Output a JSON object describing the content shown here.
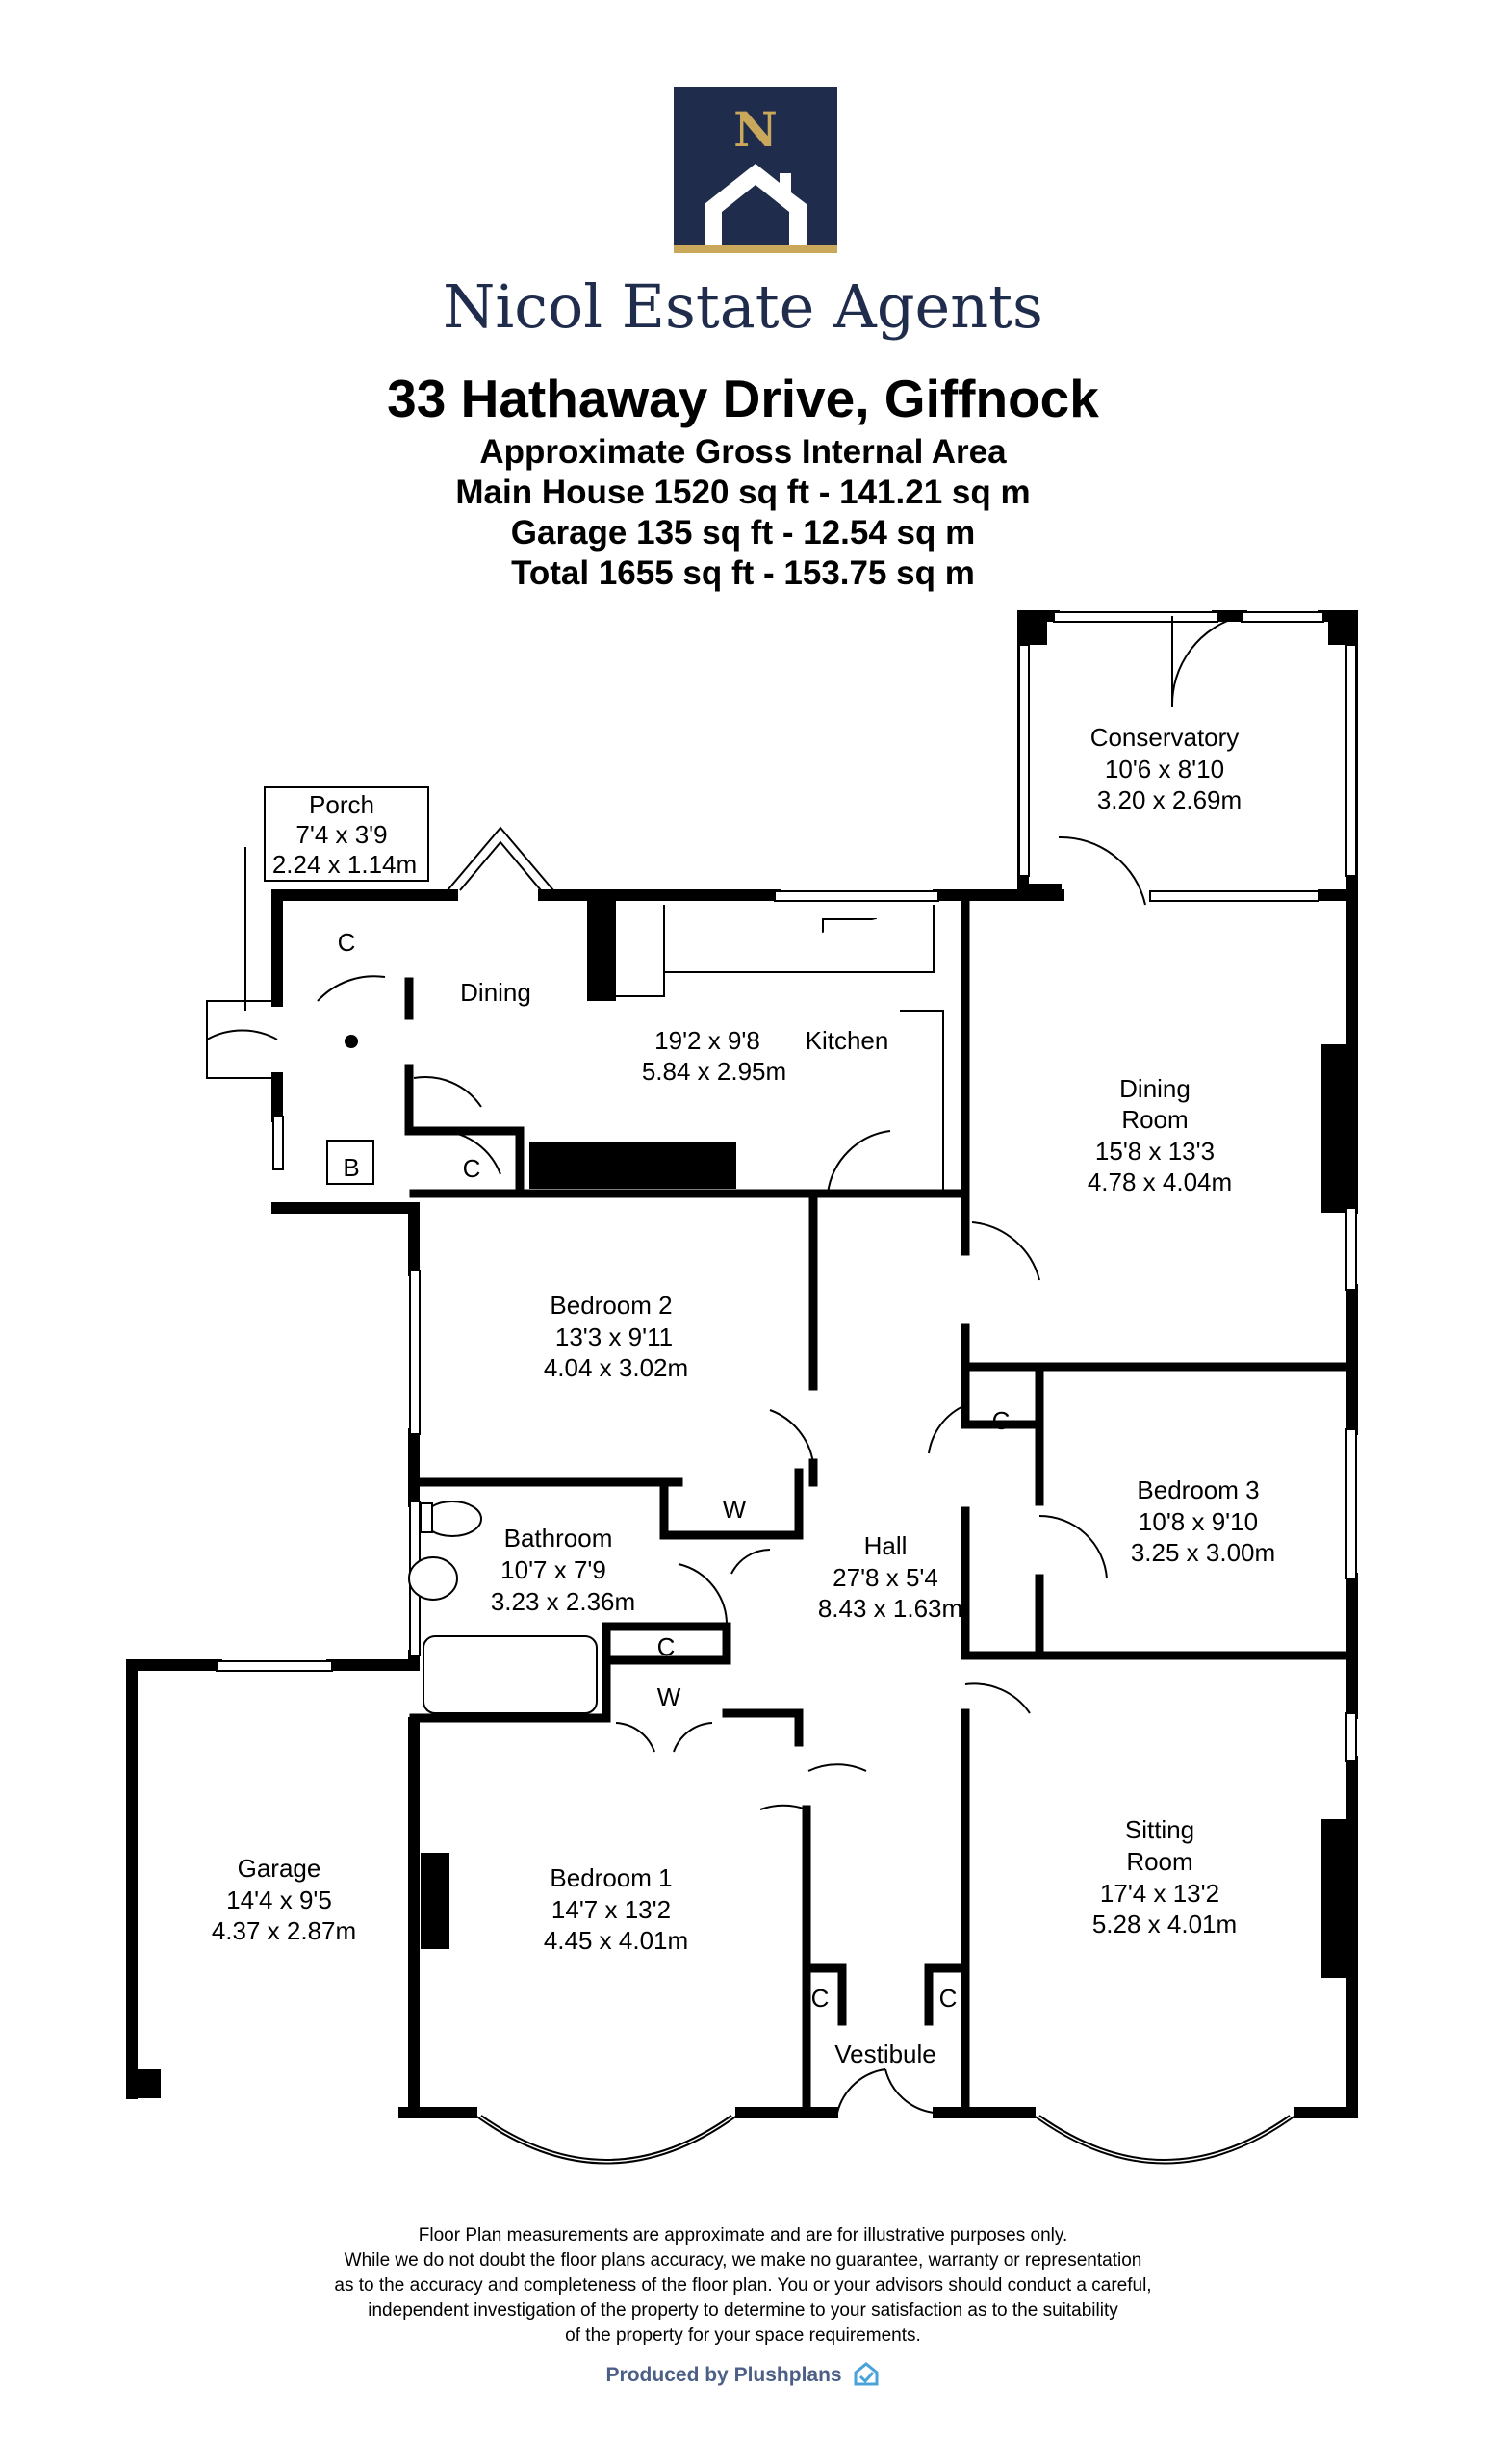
{
  "brand": {
    "monogram": "N",
    "name": "Nicol Estate Agents",
    "navy": "#1f2c4c",
    "gold": "#c9a85c"
  },
  "header": {
    "title": "33 Hathaway Drive, Giffnock",
    "area_heading": "Approximate Gross Internal Area",
    "main_house": "Main House 1520 sq ft - 141.21 sq m",
    "garage": "Garage 135 sq ft - 12.54 sq m",
    "total": "Total 1655 sq ft - 153.75 sq m"
  },
  "rooms": {
    "porch": {
      "name": "Porch",
      "imperial": "7'4 x 3'9",
      "metric": "2.24 x 1.14m"
    },
    "conservatory": {
      "name": "Conservatory",
      "imperial": "10'6 x 8'10",
      "metric": "3.20 x 2.69m"
    },
    "dining": {
      "name": "Dining"
    },
    "kitchen": {
      "name": "Kitchen",
      "imperial": "19'2 x 9'8",
      "metric": "5.84 x 2.95m"
    },
    "dining_room": {
      "name_line1": "Dining",
      "name_line2": "Room",
      "imperial": "15'8 x 13'3",
      "metric": "4.78 x 4.04m"
    },
    "bedroom2": {
      "name": "Bedroom 2",
      "imperial": "13'3 x 9'11",
      "metric": "4.04 x 3.02m"
    },
    "bedroom3": {
      "name": "Bedroom 3",
      "imperial": "10'8 x 9'10",
      "metric": "3.25 x 3.00m"
    },
    "bathroom": {
      "name": "Bathroom",
      "imperial": "10'7 x 7'9",
      "metric": "3.23 x 2.36m"
    },
    "hall": {
      "name": "Hall",
      "imperial": "27'8 x 5'4",
      "metric": "8.43 x 1.63m"
    },
    "garage": {
      "name": "Garage",
      "imperial": "14'4 x 9'5",
      "metric": "4.37 x 2.87m"
    },
    "bedroom1": {
      "name": "Bedroom 1",
      "imperial": "14'7 x 13'2",
      "metric": "4.45 x 4.01m"
    },
    "sitting_room": {
      "name_line1": "Sitting",
      "name_line2": "Room",
      "imperial": "17'4 x 13'2",
      "metric": "5.28 x 4.01m"
    },
    "vestibule": {
      "name": "Vestibule"
    }
  },
  "labels": {
    "cupboard": "C",
    "boiler": "B",
    "wardrobe": "W"
  },
  "footer": {
    "line1": "Floor Plan measurements are approximate and are for illustrative purposes only.",
    "line2": "While we do not doubt the floor plans accuracy, we make no guarantee, warranty or representation",
    "line3": "as to the accuracy and completeness of the floor plan. You or your advisors should conduct a careful,",
    "line4": "independent investigation of the property to determine to your satisfaction as to the suitability",
    "line5": "of the property for your space requirements.",
    "produced": "Produced by Plushplans"
  }
}
